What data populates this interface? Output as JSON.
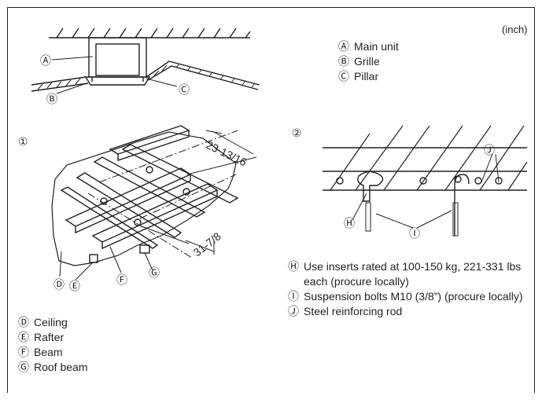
{
  "unit": "(inch)",
  "legend_top": [
    {
      "mark": "Ⓐ",
      "text": "Main unit"
    },
    {
      "mark": "Ⓑ",
      "text": "Grille"
    },
    {
      "mark": "Ⓒ",
      "text": "Pillar"
    }
  ],
  "figure1": {
    "number": "①",
    "dim_a": "23-13/16",
    "dim_b": "31-7/8",
    "callouts": {
      "d": "Ⓓ",
      "e": "Ⓔ",
      "f": "Ⓕ",
      "g": "Ⓖ"
    }
  },
  "figure2": {
    "number": "②",
    "callouts": {
      "h": "Ⓗ",
      "i": "Ⓘ",
      "j": "Ⓙ"
    }
  },
  "top_callouts": {
    "a": "Ⓐ",
    "b": "Ⓑ",
    "c": "Ⓒ"
  },
  "legend_bottom_left": [
    {
      "mark": "Ⓓ",
      "text": "Ceiling"
    },
    {
      "mark": "Ⓔ",
      "text": "Rafter"
    },
    {
      "mark": "Ⓕ",
      "text": "Beam"
    },
    {
      "mark": "Ⓖ",
      "text": "Roof beam"
    }
  ],
  "legend_bottom_right": [
    {
      "mark": "Ⓗ",
      "text": "Use inserts rated at 100-150 kg, 221-331 lbs each (procure locally)"
    },
    {
      "mark": "Ⓘ",
      "text": "Suspension bolts M10 (3/8”) (procure locally)"
    },
    {
      "mark": "Ⓙ",
      "text": "Steel reinforcing rod"
    }
  ]
}
